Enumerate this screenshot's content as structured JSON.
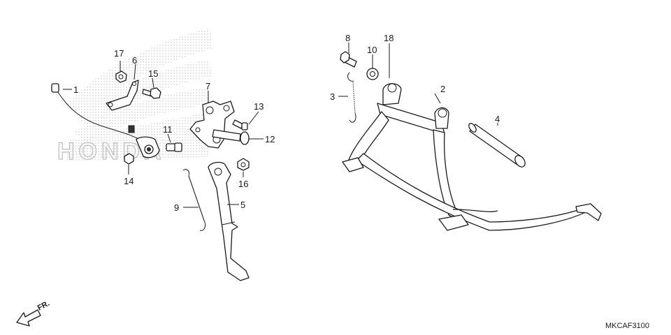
{
  "diagram": {
    "callouts": [
      {
        "id": "c1",
        "text": "1"
      },
      {
        "id": "c2",
        "text": "2"
      },
      {
        "id": "c3",
        "text": "3"
      },
      {
        "id": "c4",
        "text": "4"
      },
      {
        "id": "c5",
        "text": "5"
      },
      {
        "id": "c6",
        "text": "6"
      },
      {
        "id": "c7",
        "text": "7"
      },
      {
        "id": "c8",
        "text": "8"
      },
      {
        "id": "c9",
        "text": "9"
      },
      {
        "id": "c10",
        "text": "10"
      },
      {
        "id": "c11",
        "text": "11"
      },
      {
        "id": "c12",
        "text": "12"
      },
      {
        "id": "c13",
        "text": "13"
      },
      {
        "id": "c14",
        "text": "14"
      },
      {
        "id": "c15",
        "text": "15"
      },
      {
        "id": "c16",
        "text": "16"
      },
      {
        "id": "c17",
        "text": "17"
      },
      {
        "id": "c18",
        "text": "18"
      }
    ],
    "direction_label": "FR.",
    "figure_code": "MKCAF3100",
    "watermark_text": "HONDA",
    "colors": {
      "line": "#1a1a1a",
      "watermark": "#bdbdbd",
      "background": "#ffffff"
    }
  }
}
